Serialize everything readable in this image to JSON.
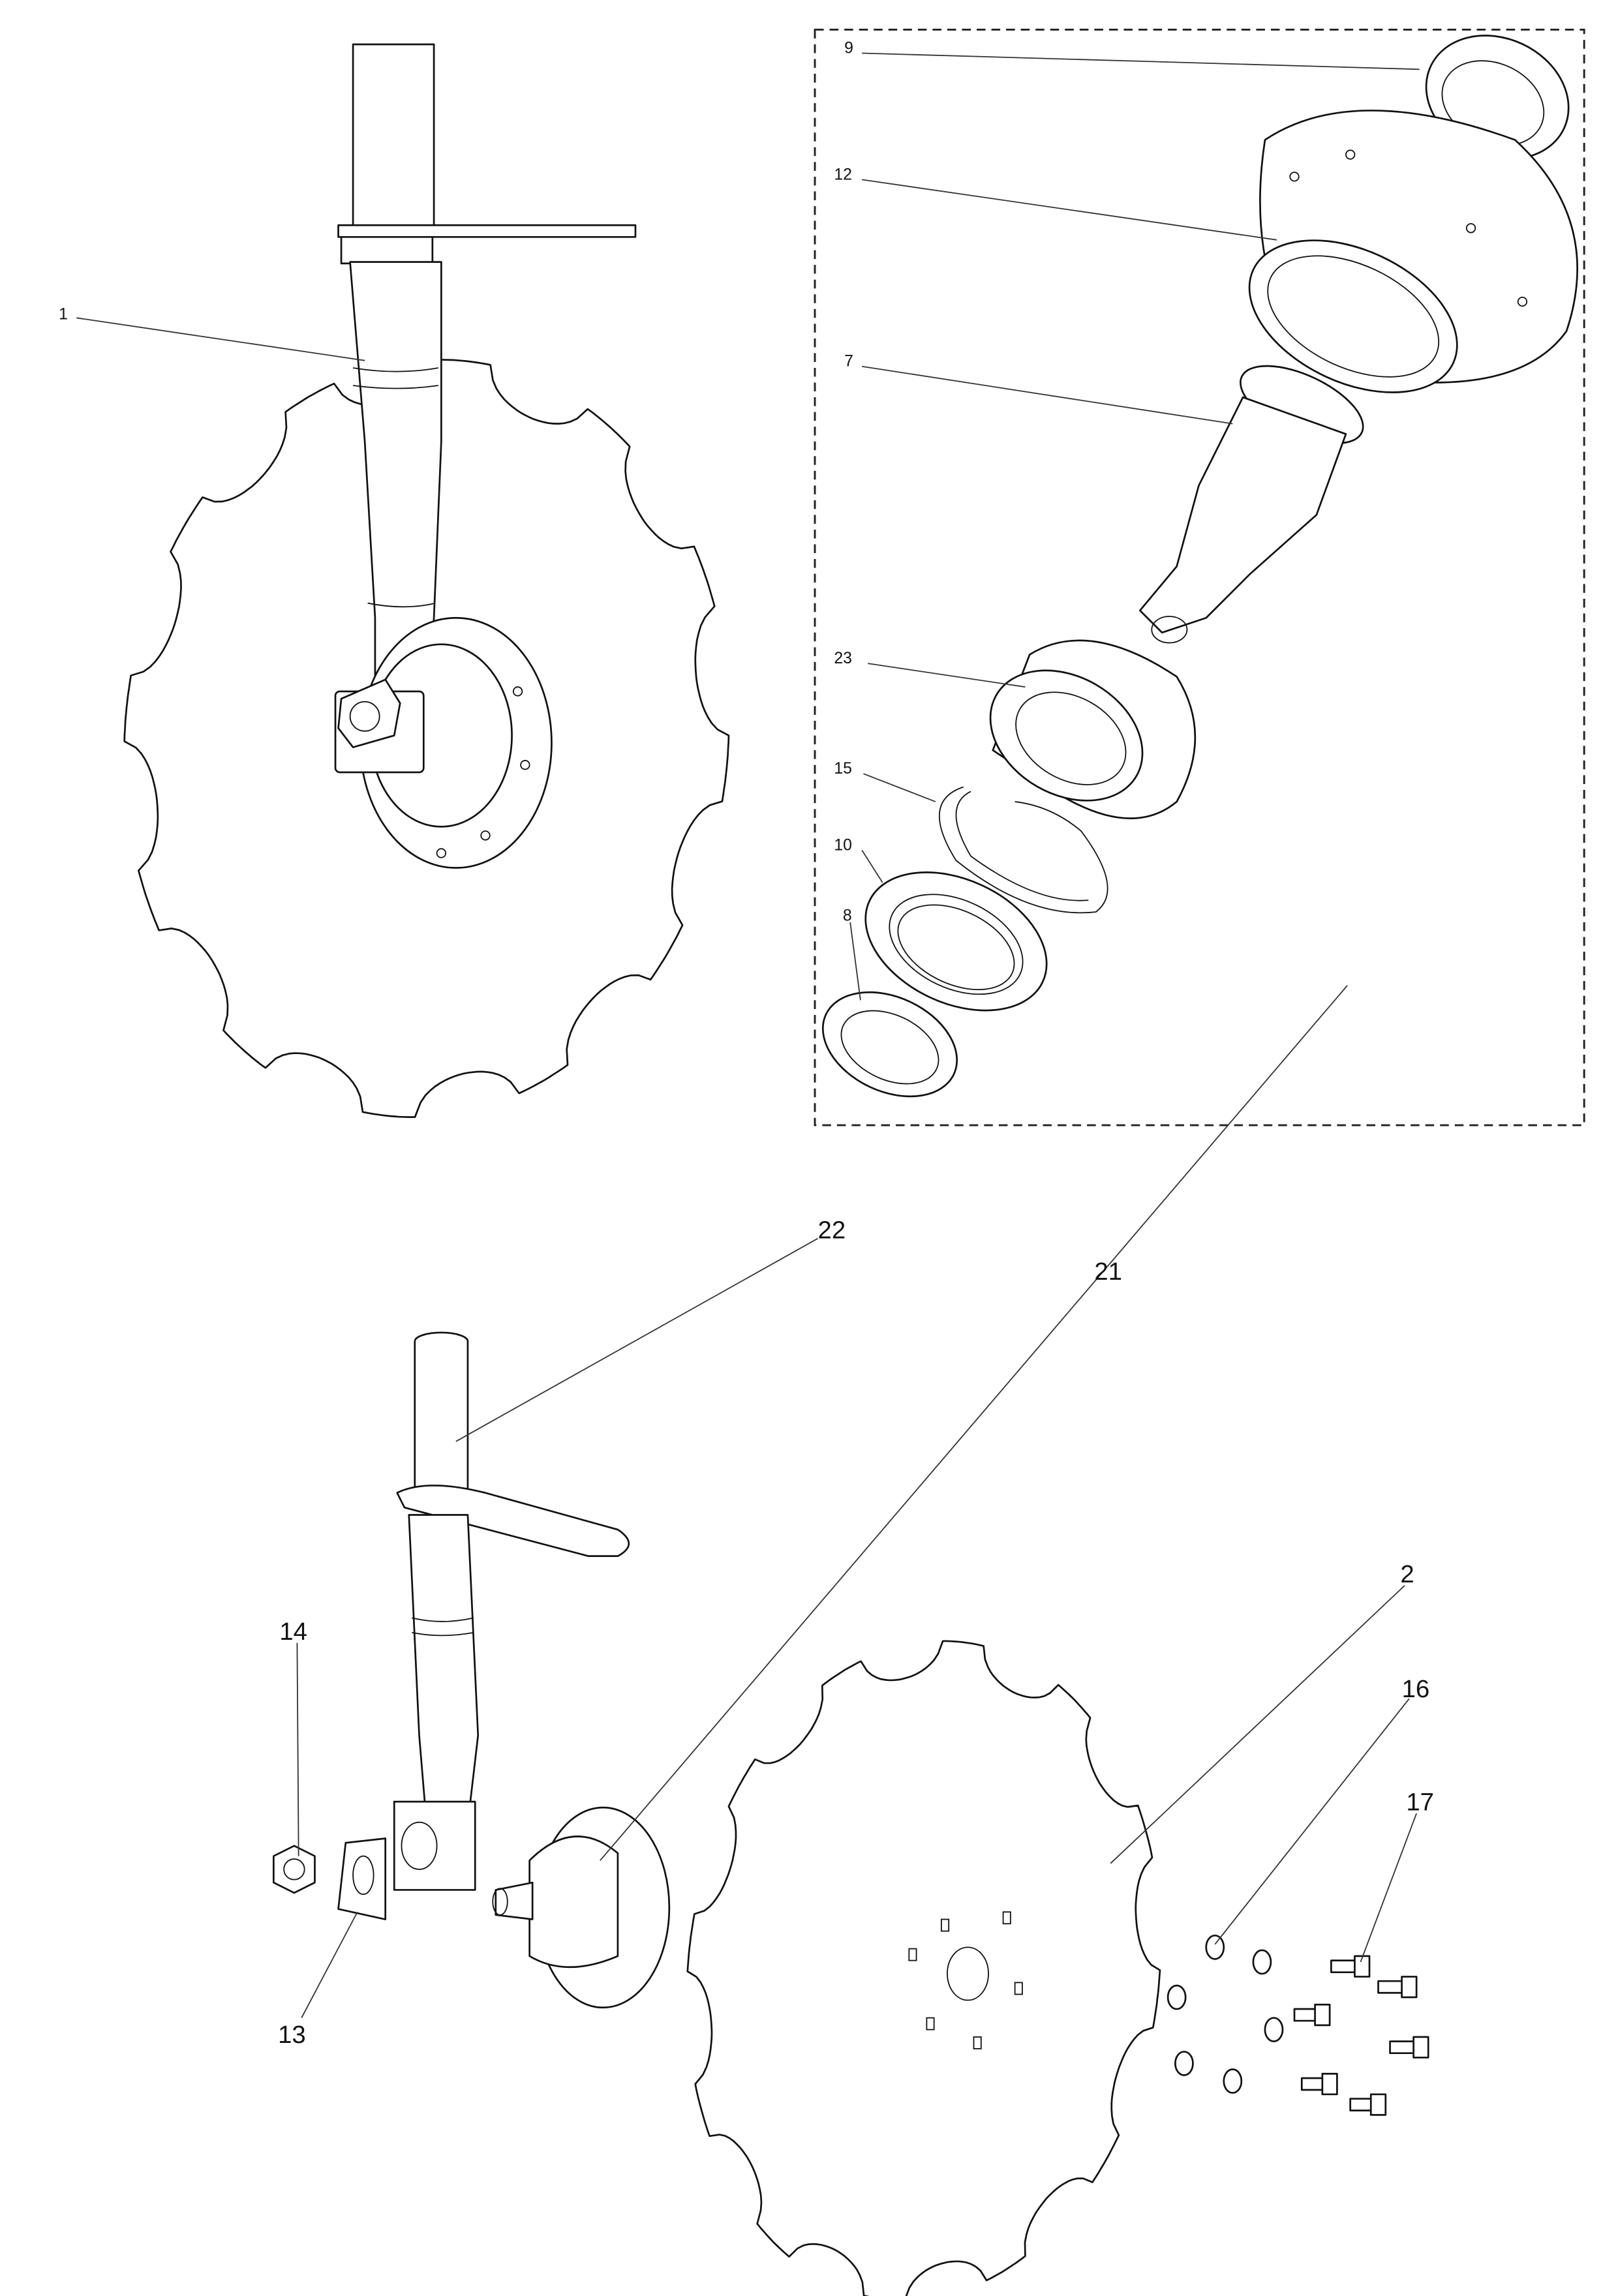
{
  "diagram": {
    "type": "exploded parts diagram",
    "detail_callouts": [
      "1",
      "9",
      "12",
      "7",
      "23",
      "15",
      "10",
      "8"
    ],
    "callouts": {
      "c1": "1",
      "c9": "9",
      "c12": "12",
      "c7": "7",
      "c23": "23",
      "c15": "15",
      "c10": "10",
      "c8": "8",
      "c22": "22",
      "c21": "21",
      "c2": "2",
      "c16": "16",
      "c17": "17",
      "c14": "14",
      "c13": "13"
    },
    "colors": {
      "line": "#111111",
      "leader": "#333333",
      "background": "#ffffff"
    }
  }
}
